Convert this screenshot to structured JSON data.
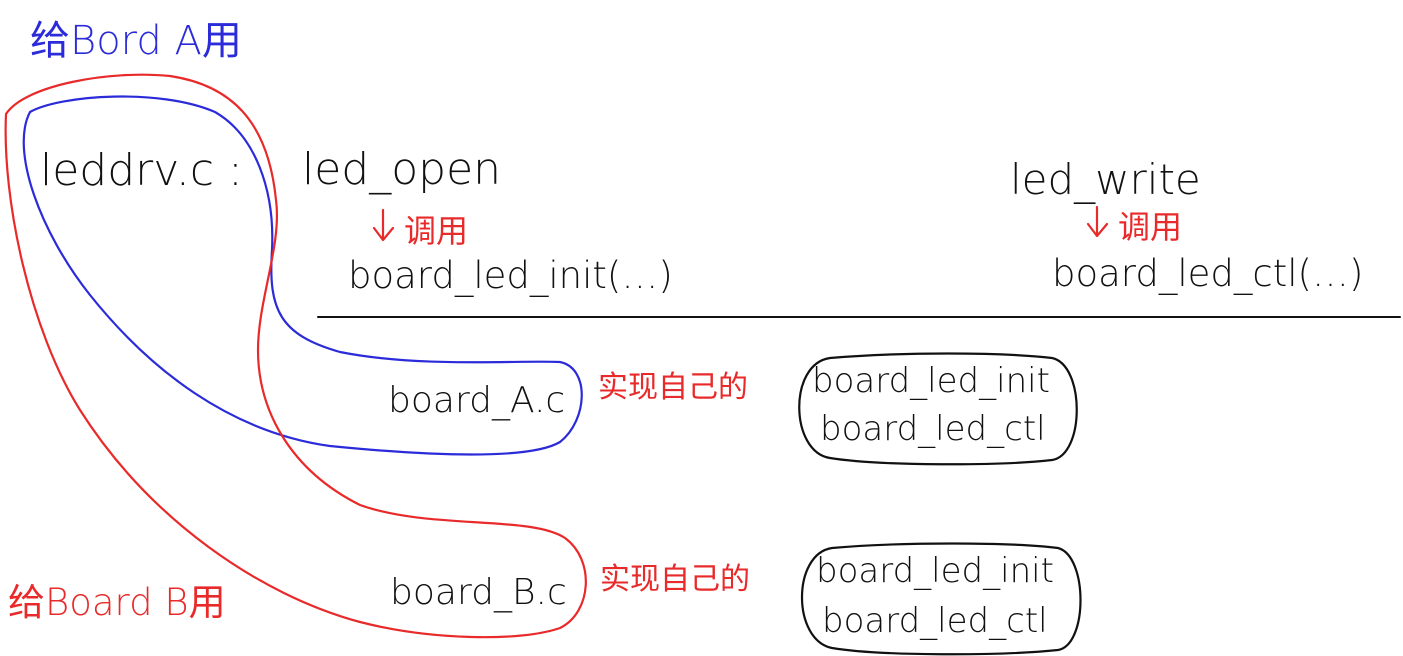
{
  "labels": {
    "board_a_group": "给Bord A用",
    "board_b_group": "给Board B用",
    "leddrv": "leddrv.c :",
    "led_open": "led_open",
    "led_write": "led_write",
    "call_left": "调用",
    "call_right": "调用",
    "board_led_init_call": "board_led_init(…)",
    "board_led_ctl_call": "board_led_ctl(…)",
    "board_a_file": "board_A.c",
    "board_b_file": "board_B.c",
    "implements_a": "实现自己的",
    "implements_b": "实现自己的",
    "impl_a_init": "board_led_init",
    "impl_a_ctl": "board_led_ctl",
    "impl_b_init": "board_led_init",
    "impl_b_ctl": "board_led_ctl"
  },
  "colors": {
    "ink": "#111111",
    "blue": "#2b2bd9",
    "red": "#e82a2a"
  }
}
